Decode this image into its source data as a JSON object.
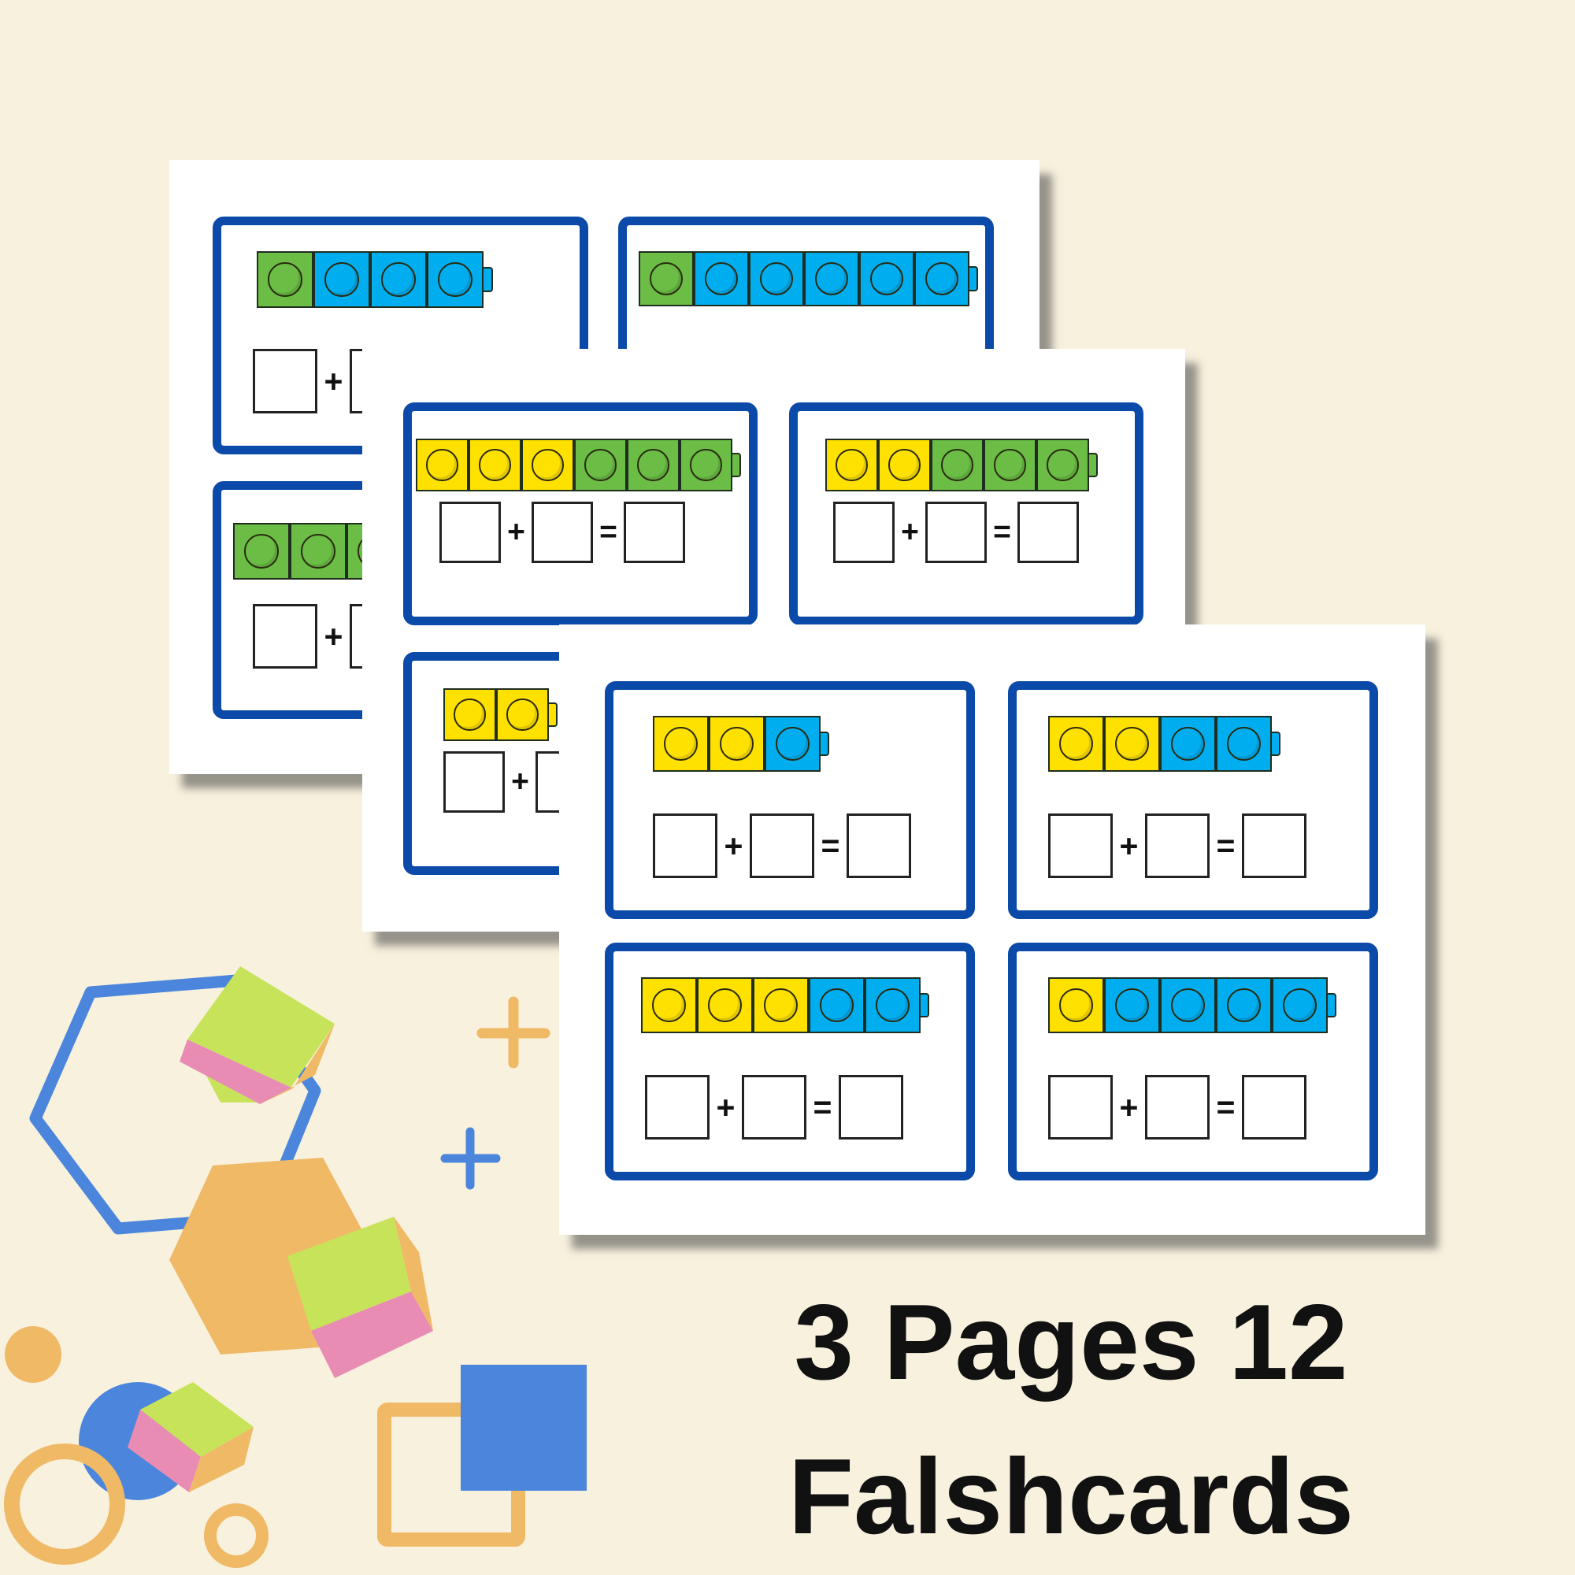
{
  "title": {
    "line1": "3 Pages 12",
    "line2": "Falshcards"
  },
  "symbols": {
    "plus": "+",
    "equals": "="
  },
  "colors": {
    "background": "#f8f1de",
    "card_border": "#0b4aa8",
    "green": "#6bbd45",
    "blue": "#00aeef",
    "yellow": "#ffe100"
  },
  "pages": [
    {
      "cards": [
        [
          "G",
          "B",
          "B",
          "B"
        ],
        [
          "G",
          "B",
          "B",
          "B",
          "B",
          "B"
        ],
        [
          "G",
          "G",
          "G"
        ],
        []
      ]
    },
    {
      "cards": [
        [
          "Y",
          "Y",
          "Y",
          "G",
          "G",
          "G"
        ],
        [
          "Y",
          "Y",
          "G",
          "G",
          "G"
        ],
        [
          "Y",
          "Y"
        ],
        []
      ]
    },
    {
      "cards": [
        [
          "Y",
          "Y",
          "B"
        ],
        [
          "Y",
          "Y",
          "B",
          "B"
        ],
        [
          "Y",
          "Y",
          "Y",
          "B",
          "B"
        ],
        [
          "Y",
          "B",
          "B",
          "B",
          "B"
        ]
      ]
    }
  ],
  "decorations": [
    "hexagon-outline",
    "orange-hexagon",
    "cube",
    "cube",
    "cube",
    "plus-sign",
    "plus-sign",
    "circle",
    "ring",
    "square",
    "square-outline"
  ]
}
